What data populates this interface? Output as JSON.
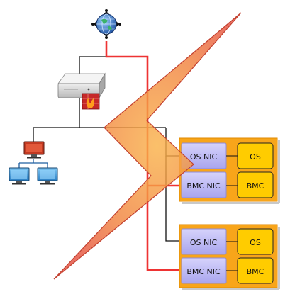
{
  "colors": {
    "background": "#ffffff",
    "network_wire": "#111111",
    "bmc_wire": "#ee3333",
    "server_panel": "#f8a51a",
    "server_panel_border": "#e08a00",
    "nic_box": "#b7b4ef",
    "component_box": "#ffcc00",
    "lightning_outer": "#e8503f",
    "lightning_inner": "#f6a24a"
  },
  "icons": {
    "internet": "globe-icon",
    "firewall": "firewall-server-icon",
    "lan": "workstation-network-icon",
    "attack": "lightning-bolt-icon"
  },
  "servers": [
    {
      "os_nic": "OS NIC",
      "bmc_nic": "BMC NIC",
      "os": "OS",
      "bmc": "BMC"
    },
    {
      "os_nic": "OS NIC",
      "bmc_nic": "BMC NIC",
      "os": "OS",
      "bmc": "BMC"
    }
  ]
}
